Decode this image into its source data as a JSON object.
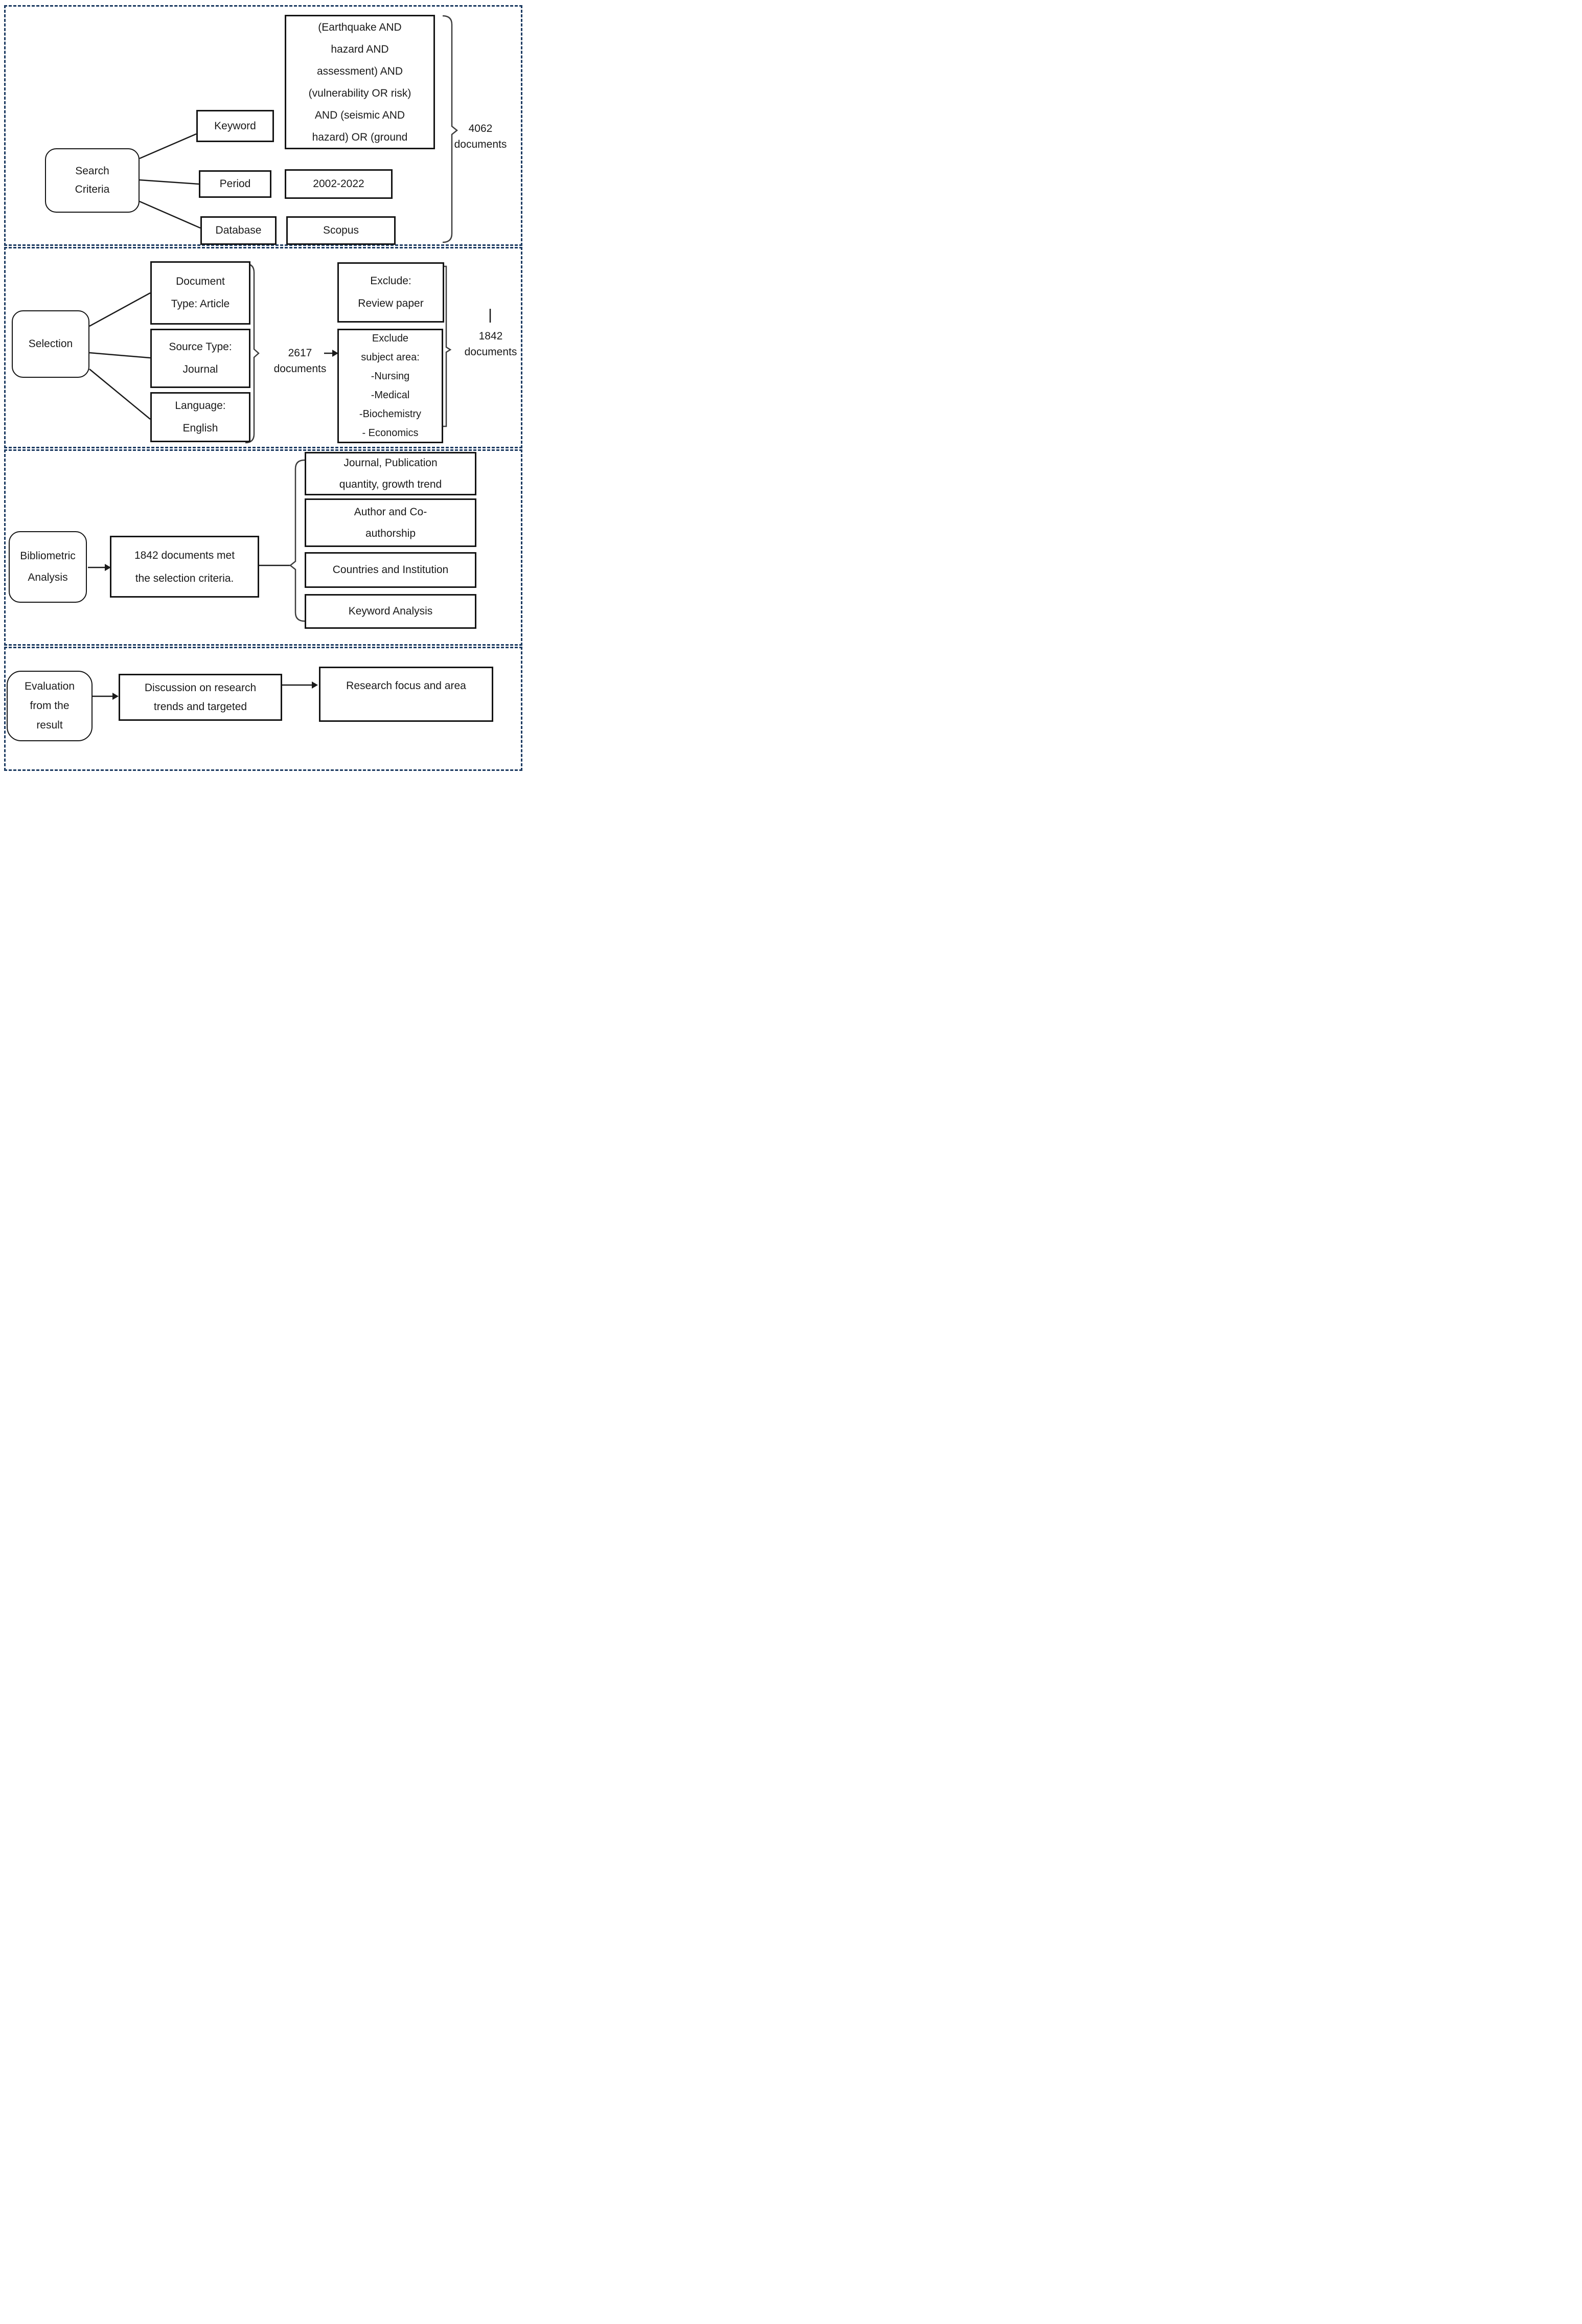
{
  "colors": {
    "section_border": "#1b3a61",
    "box_border": "#141414",
    "text": "#1a1a1a"
  },
  "section1": {
    "node": "Search\nCriteria",
    "keyword_label": "Keyword",
    "keyword_query": "(Earthquake AND\nhazard AND\nassessment) AND\n(vulnerability OR risk)\nAND (seismic AND\nhazard) OR (ground",
    "period_label": "Period",
    "period_value": "2002-2022",
    "database_label": "Database",
    "database_value": "Scopus",
    "result": "4062\ndocuments"
  },
  "section2": {
    "node": "Selection",
    "criteria": [
      "Document\nType: Article",
      "Source Type:\nJournal",
      "Language:\nEnglish"
    ],
    "intermediate": "2617\ndocuments",
    "exclude_review": "Exclude:\nReview paper",
    "exclude_subject": "Exclude\nsubject area:\n-Nursing\n-Medical\n-Biochemistry\n- Economics",
    "result": "1842\ndocuments"
  },
  "section3": {
    "node": "Bibliometric\nAnalysis",
    "statement": "1842 documents met\nthe selection criteria.",
    "outputs": [
      "Journal, Publication\nquantity, growth trend",
      "Author and Co-\nauthorship",
      "Countries and Institution",
      "Keyword Analysis"
    ]
  },
  "section4": {
    "node": "Evaluation\nfrom the\nresult",
    "step": "Discussion on research\ntrends and targeted",
    "result": "Research focus and area"
  }
}
